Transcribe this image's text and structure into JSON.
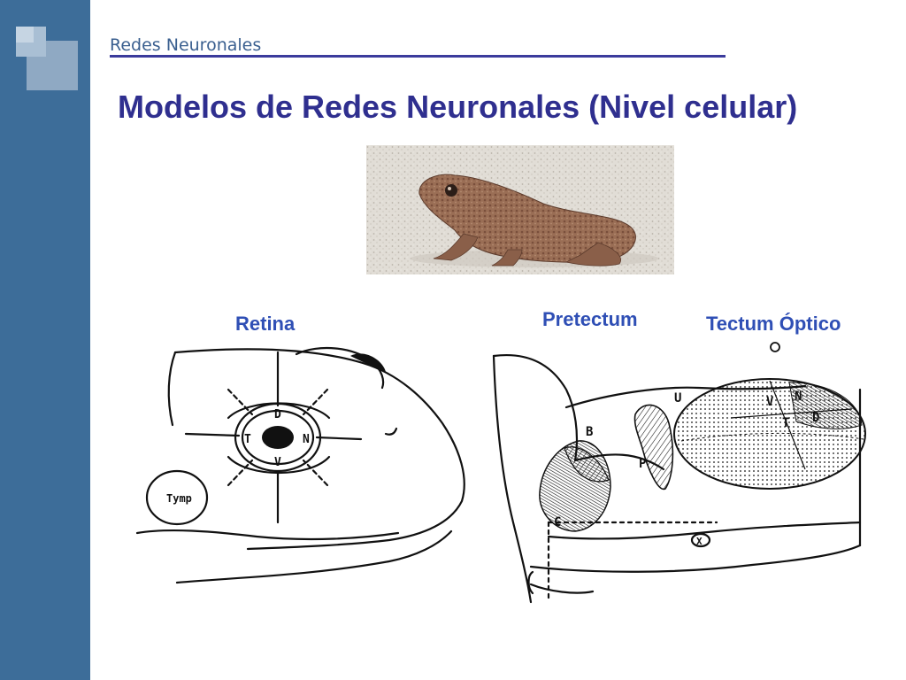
{
  "header": {
    "section": "Redes Neuronales"
  },
  "slide": {
    "title": "Modelos de Redes Neuronales (Nivel celular)"
  },
  "labels": {
    "retina": "Retina",
    "pretectum": "Pretectum",
    "tectum": "Tectum Óptico"
  },
  "diagram_letters": {
    "retina": {
      "d": "D",
      "t": "T",
      "n": "N",
      "v": "V",
      "tymp": "Tymp"
    },
    "brain": {
      "b": "B",
      "c": "C",
      "p": "P",
      "u": "U",
      "x": "X",
      "v": "V",
      "n": "N",
      "t": "T",
      "d": "D"
    }
  },
  "colors": {
    "sidebar": "#3d6d99",
    "title": "#2f2f8f",
    "labels": "#2f4fb5",
    "rule": "#3b3b9c"
  }
}
